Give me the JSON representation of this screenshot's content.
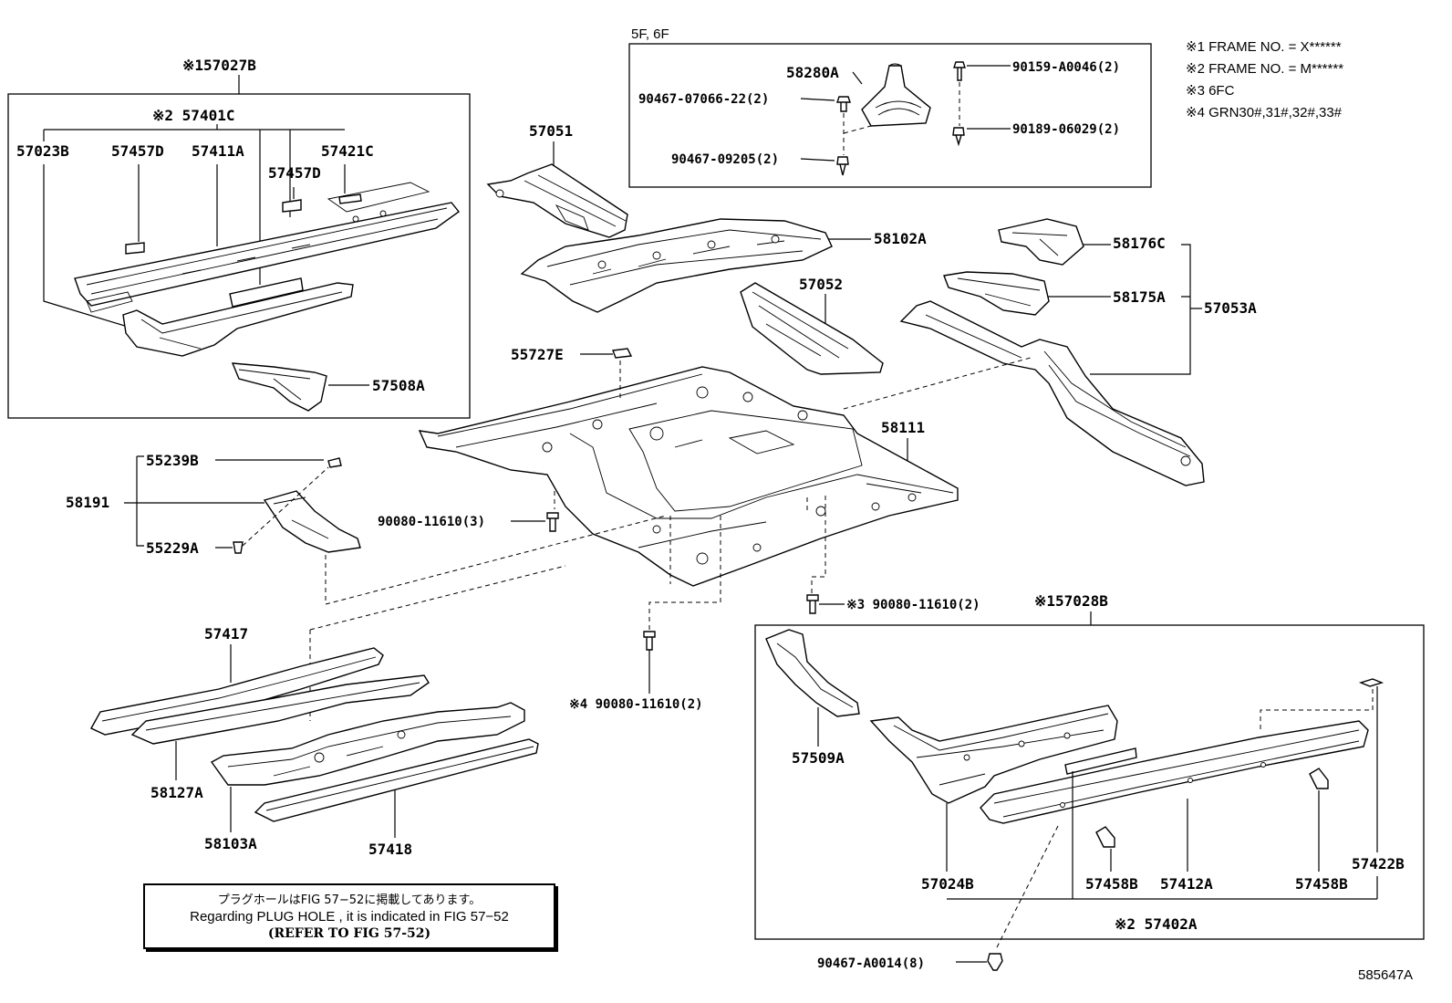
{
  "legend": [
    "※1 FRAME NO. = X******",
    "※2 FRAME NO. = M******",
    "※3 6FC",
    "※4 GRN30#,31#,32#,33#"
  ],
  "shift_box": {
    "title": "5F, 6F",
    "labels": {
      "boot": "58280A",
      "bolt_top": "90159-A0046(2)",
      "clip_left": "90467-07066-22(2)",
      "clip_right": "90189-06029(2)",
      "clip_bottom": "90467-09205(2)"
    }
  },
  "left_assembly": {
    "title": "※157027B",
    "labels": {
      "sub_group": "※2 57401C",
      "part_a": "57023B",
      "part_b": "57457D",
      "part_c": "57411A",
      "part_d": "57421C",
      "part_e": "57457D",
      "part_f": "57508A"
    }
  },
  "right_assembly": {
    "title": "※157028B",
    "labels": {
      "part_a": "57509A",
      "part_b": "57024B",
      "part_c": "57458B",
      "part_d": "57412A",
      "part_e": "57458B",
      "part_f": "57422B",
      "sub_group": "※2 57402A"
    }
  },
  "center_labels": {
    "p57051": "57051",
    "p58102A": "58102A",
    "p57052": "57052",
    "p58176C": "58176C",
    "p58175A": "58175A",
    "p57053A": "57053A",
    "p55727E": "55727E",
    "p58111": "58111",
    "p55239B": "55239B",
    "p58191": "58191",
    "p55229A": "55229A",
    "bolt_3": "90080-11610(3)",
    "bolt_s3": "※3 90080-11610(2)",
    "bolt_s4": "※4 90080-11610(2)",
    "p57417": "57417",
    "p58127A": "58127A",
    "p58103A": "58103A",
    "p57418": "57418",
    "clip_bottom": "90467-A0014(8)",
    "figure_id": "585647A"
  },
  "note": {
    "line1": "プラグホールはFIG 57−52に掲載してあります。",
    "line2": "Regarding  PLUG  HOLE , it is indicated in  FIG  57−52",
    "line3": "(REFER TO FIG 57-52)"
  }
}
